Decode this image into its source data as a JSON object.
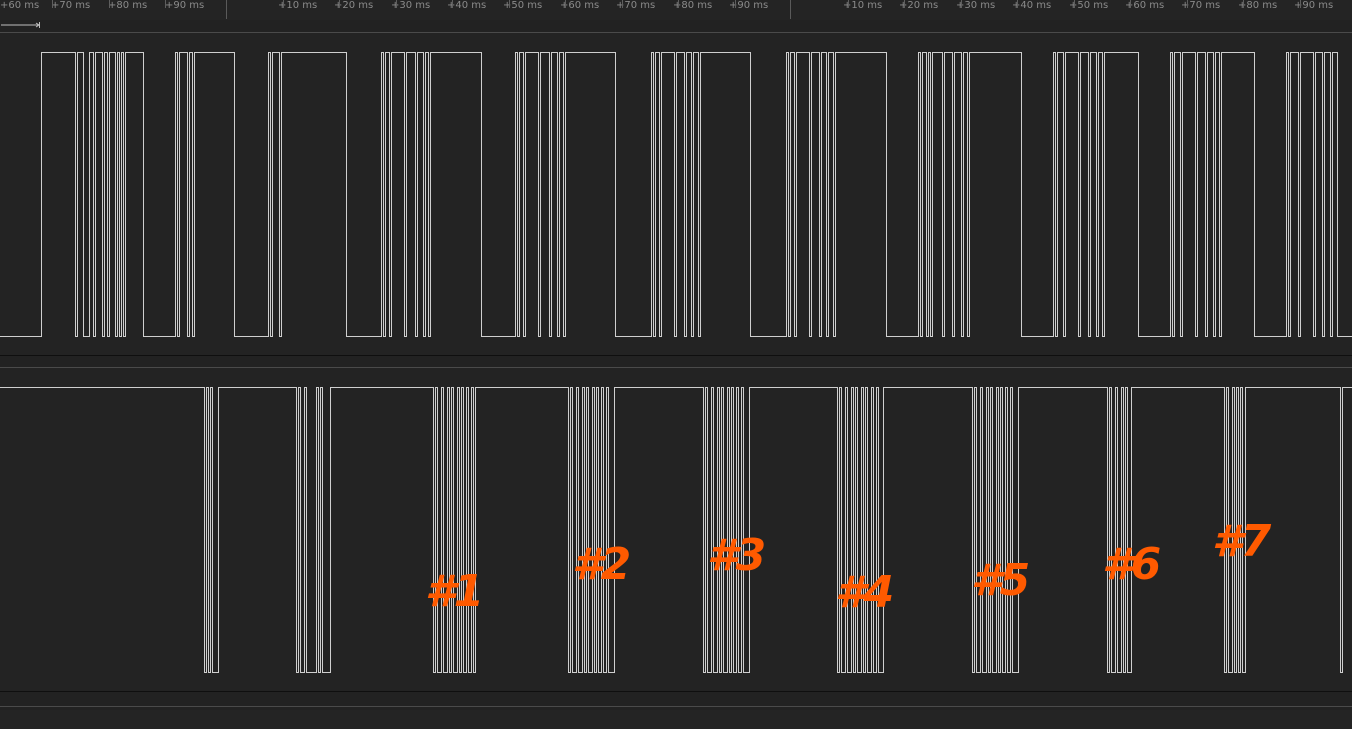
{
  "colors": {
    "background": "#222222",
    "waveform": "#cfcfcf",
    "marker": "#ff5a00",
    "ruler_text": "#8a8a8a"
  },
  "ruler": {
    "segment1": [
      "+60 ms",
      "+70 ms",
      "+80 ms",
      "+90 ms"
    ],
    "segment2": [
      "+10 ms",
      "+20 ms",
      "+30 ms",
      "+40 ms",
      "+50 ms",
      "+60 ms",
      "+70 ms",
      "+80 ms",
      "+90 ms"
    ],
    "segment3": [
      "+10 ms",
      "+20 ms",
      "+30 ms",
      "+40 ms",
      "+50 ms",
      "+60 ms",
      "+70 ms",
      "+80 ms",
      "+90 ms"
    ]
  },
  "channels": [
    {
      "id": "channel-1",
      "initial_level": "low"
    },
    {
      "id": "channel-2",
      "initial_level": "high"
    }
  ],
  "markers": [
    {
      "label": "#1",
      "color": "#ff5a00"
    },
    {
      "label": "#2",
      "color": "#ff5a00"
    },
    {
      "label": "#3",
      "color": "#ff5a00"
    },
    {
      "label": "#4",
      "color": "#ff5a00"
    },
    {
      "label": "#5",
      "color": "#ff5a00"
    },
    {
      "label": "#6",
      "color": "#ff5a00"
    },
    {
      "label": "#7",
      "color": "#ff5a00"
    }
  ]
}
